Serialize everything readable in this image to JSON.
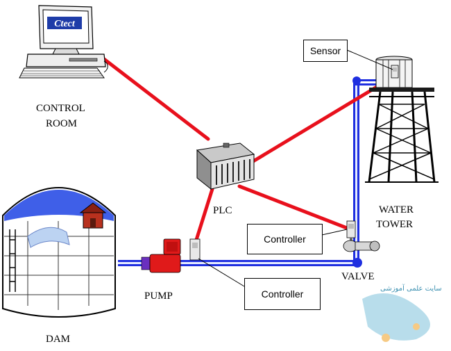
{
  "labels": {
    "control_room_line1": "CONTROL",
    "control_room_line2": "ROOM",
    "plc": "PLC",
    "water_tower_line1": "WATER",
    "water_tower_line2": "TOWER",
    "valve": "VALVE",
    "pump": "PUMP",
    "dam": "DAM",
    "sensor": "Sensor",
    "controller_valve": "Controller",
    "controller_pump": "Controller",
    "monitor_brand": "Ctect"
  },
  "watermark": {
    "text": "سایت علمی آموزشی"
  },
  "colors": {
    "signal_wire": "#e8101c",
    "water_pipe": "#1f2fe0",
    "background": "#ffffff"
  }
}
